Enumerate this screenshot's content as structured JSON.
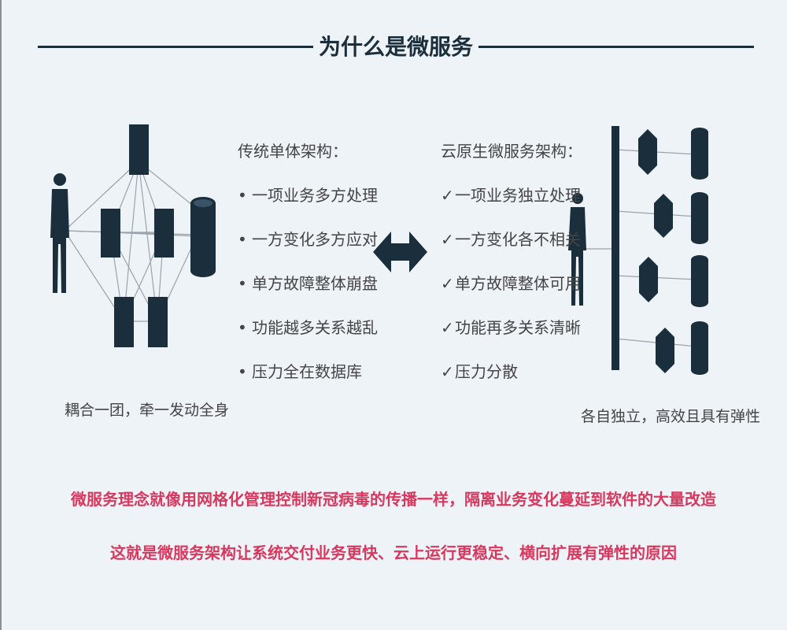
{
  "title": "为什么是微服务",
  "monolith": {
    "heading": "传统单体架构：",
    "items": [
      "一项业务多方处理",
      "一方变化多方应对",
      "单方故障整体崩盘",
      "功能越多关系越乱",
      "压力全在数据库"
    ],
    "bullet": "•",
    "caption": "耦合一团，牵一发动全身"
  },
  "microservice": {
    "heading": "云原生微服务架构：",
    "items": [
      "一项业务独立处理",
      "一方变化各不相关",
      "单方故障整体可用",
      "功能再多关系清晰",
      "压力分散"
    ],
    "bullet": "✓",
    "caption": "各自独立，高效且具有弹性"
  },
  "footer": {
    "line1": "微服务理念就像用网格化管理控制新冠病毒的传播一样，隔离业务变化蔓延到软件的大量改造",
    "line2": "这就是微服务架构让系统交付业务更快、云上运行更稳定、横向扩展有弹性的原因"
  },
  "colors": {
    "dark": "#1b2e3c",
    "accent": "#d9385e",
    "background": "#eef3f8"
  },
  "icons": [
    "person-silhouette-icon",
    "server-block-icon",
    "database-cylinder-icon",
    "double-arrow-icon",
    "service-node-icon"
  ]
}
